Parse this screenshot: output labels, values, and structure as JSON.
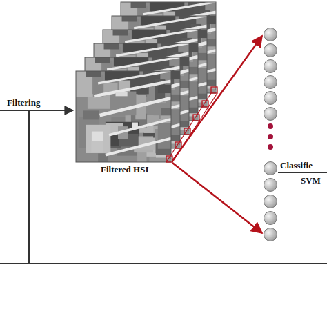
{
  "diagram": {
    "nodes": [
      {
        "text": [
          "Filtered HSI"
        ]
      }
    ],
    "edges": [],
    "labels": [
      "Filtering",
      "Classifie",
      "SVM"
    ]
  }
}
